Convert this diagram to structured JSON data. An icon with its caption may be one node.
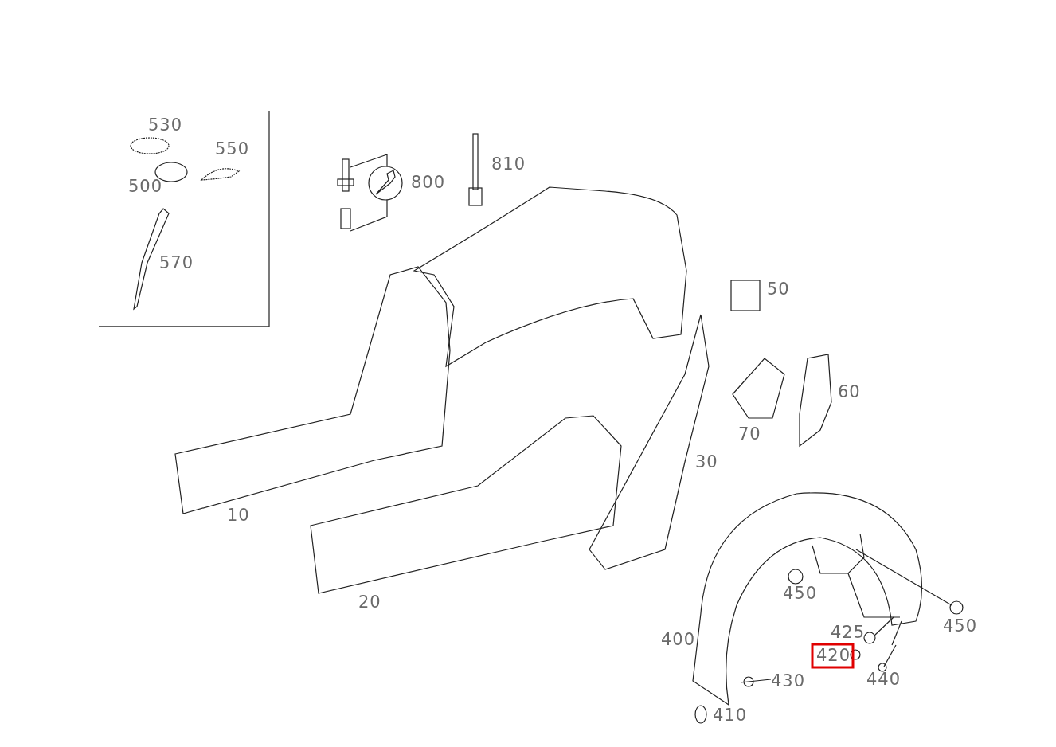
{
  "diagram": {
    "labels": [
      "530",
      "550",
      "810",
      "500",
      "800",
      "570",
      "50",
      "60",
      "70",
      "30",
      "10",
      "450",
      "20",
      "450",
      "425",
      "400",
      "420",
      "440",
      "430",
      "410"
    ]
  }
}
